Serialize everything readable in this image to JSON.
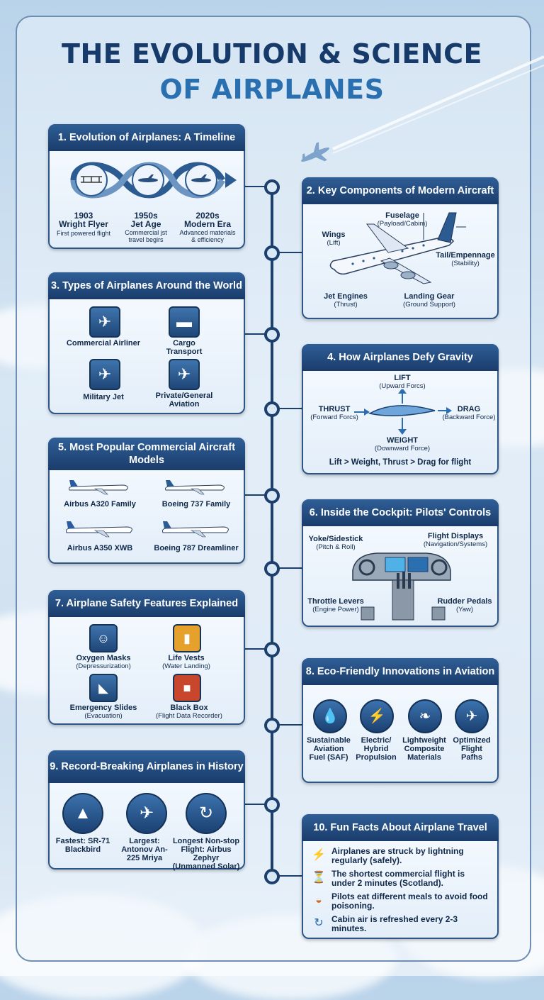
{
  "header": {
    "line1": "THE EVOLUTION & SCIENCE",
    "line2": "OF AIRPLANES"
  },
  "p1": {
    "title": "1. Evolution of Airplanes: A Timeline",
    "items": [
      {
        "year": "1903",
        "name": "Wright Flyer",
        "desc": "First powered flight"
      },
      {
        "year": "1950s",
        "name": "Jet Age",
        "desc": "Commercial jst travel begirs"
      },
      {
        "year": "2020s",
        "name": "Modern Era",
        "desc": "Advanced materials & efficiency"
      }
    ]
  },
  "p2": {
    "title": "2. Key Components of Modern Aircraft",
    "fuselage": "Fuselage",
    "fuselage_sub": "(Payload/Cabim)",
    "wings": "Wings",
    "wings_sub": "(Lift)",
    "tail": "Tail/Empennage",
    "tail_sub": "(Stability)",
    "engines": "Jet Engines",
    "engines_sub": "(Thrust)",
    "gear": "Landing Gear",
    "gear_sub": "(Ground Support)"
  },
  "p3": {
    "title": "3. Types of Airplanes Around the World",
    "items": [
      {
        "label": "Commercial Airliner",
        "icon": "airliner-icon"
      },
      {
        "label": "Cargo Transport",
        "icon": "cargo-icon"
      },
      {
        "label": "Military Jet",
        "icon": "fighter-icon"
      },
      {
        "label": "Private/General Aviation",
        "icon": "small-plane-icon"
      }
    ]
  },
  "p4": {
    "title": "4. How Airplanes Defy Gravity",
    "lift": "LIFT",
    "lift_sub": "(Upward Forcs)",
    "thrust": "THRUST",
    "thrust_sub": "(Forward Forcs)",
    "drag": "DRAG",
    "drag_sub": "(Backward Force)",
    "weight": "WEIGHT",
    "weight_sub": "(Downward Force)",
    "summary": "Lift > Weight, Thrust > Drag for flight"
  },
  "p5": {
    "title": "5. Most Popular Commercial Aircraft Models",
    "items": [
      "Airbus A320 Family",
      "Boeing 737 Family",
      "Airbus A350 XWB",
      "Boeing 787 Dreamliner"
    ]
  },
  "p6": {
    "title": "6. Inside the Cockpit: Pilots' Controls",
    "yoke": "Yoke/Sidestick",
    "yoke_sub": "(Pitch & Roll)",
    "displays": "Flight Displays",
    "displays_sub": "(Navigation/Systems)",
    "throttle": "Throttle Levers",
    "throttle_sub": "(Engine Power)",
    "rudder": "Rudder Pedals",
    "rudder_sub": "(Yaw)"
  },
  "p7": {
    "title": "7. Airplane Safety Features Explained",
    "items": [
      {
        "label": "Oxygen Masks",
        "sub": "(Depressurization)",
        "icon": "oxygen-mask-icon"
      },
      {
        "label": "Life Vests",
        "sub": "(Water Landing)",
        "icon": "life-vest-icon"
      },
      {
        "label": "Emergency Slides",
        "sub": "(Evacuation)",
        "icon": "slide-icon"
      },
      {
        "label": "Black Box",
        "sub": "(Flight Data Recorder)",
        "icon": "black-box-icon"
      }
    ]
  },
  "p8": {
    "title": "8. Eco-Friendly Innovations in Aviation",
    "items": [
      {
        "label": "Sustainable Aviation Fuel (SAF)",
        "icon": "fuel-drop-icon"
      },
      {
        "label": "Electric/ Hybrid Propulsion",
        "icon": "lightning-icon"
      },
      {
        "label": "Lightweight Composite Materials",
        "icon": "feather-icon"
      },
      {
        "label": "Optimized Flight Pafhs",
        "icon": "route-icon"
      }
    ]
  },
  "p9": {
    "title": "9. Record-Breaking Airplanes in History",
    "items": [
      {
        "label": "Fastest: SR-71 Blackbird",
        "icon": "sr71-icon"
      },
      {
        "label": "Largest: Antonov An-225 Mriya",
        "icon": "large-plane-icon"
      },
      {
        "label": "Longest Non-stop Flight: Airbus Zephyr (Unmanned Solar)",
        "icon": "globe-route-icon"
      }
    ]
  },
  "p10": {
    "title": "10. Fun Facts About Airplane Travel",
    "facts": [
      "Airplanes are struck by lightning regularly (safely).",
      "The shortest commercial flight is under 2 minutes (Scotland).",
      "Pilots eat different meals to avoid food poisoning.",
      "Cabin air is refreshed every 2-3 minutes."
    ]
  }
}
